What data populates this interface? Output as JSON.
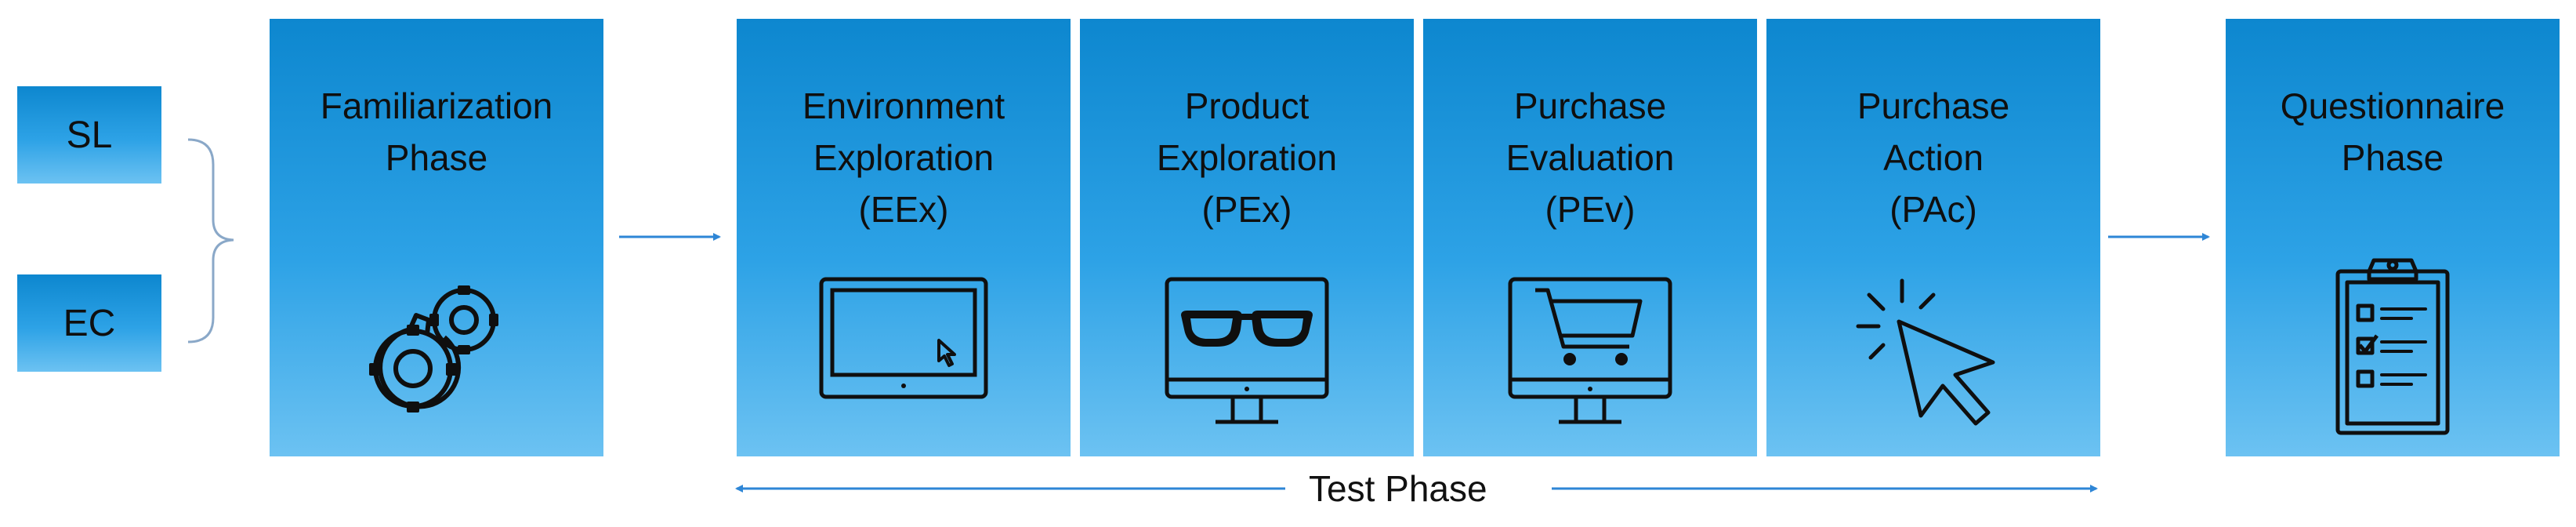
{
  "side_boxes": [
    {
      "label": "SL"
    },
    {
      "label": "EC"
    }
  ],
  "familiarization": {
    "line1": "Familiarization",
    "line2": "Phase",
    "icon": "gears-icon"
  },
  "test_steps": [
    {
      "line1": "Environment",
      "line2": "Exploration",
      "line3": "(EEx)",
      "icon": "monitor-cursor-icon"
    },
    {
      "line1": "Product",
      "line2": "Exploration",
      "line3": "(PEx)",
      "icon": "monitor-glasses-icon"
    },
    {
      "line1": "Purchase",
      "line2": "Evaluation",
      "line3": "(PEv)",
      "icon": "monitor-cart-icon"
    },
    {
      "line1": "Purchase",
      "line2": "Action",
      "line3": "(PAc)",
      "icon": "click-cursor-icon"
    }
  ],
  "questionnaire": {
    "line1": "Questionnaire",
    "line2": "Phase",
    "icon": "clipboard-checklist-icon"
  },
  "test_phase": {
    "label": "Test Phase"
  },
  "colors": {
    "box": "#2196dc",
    "arrow": "#2e86d6",
    "bracket": "#8aa8c8"
  }
}
